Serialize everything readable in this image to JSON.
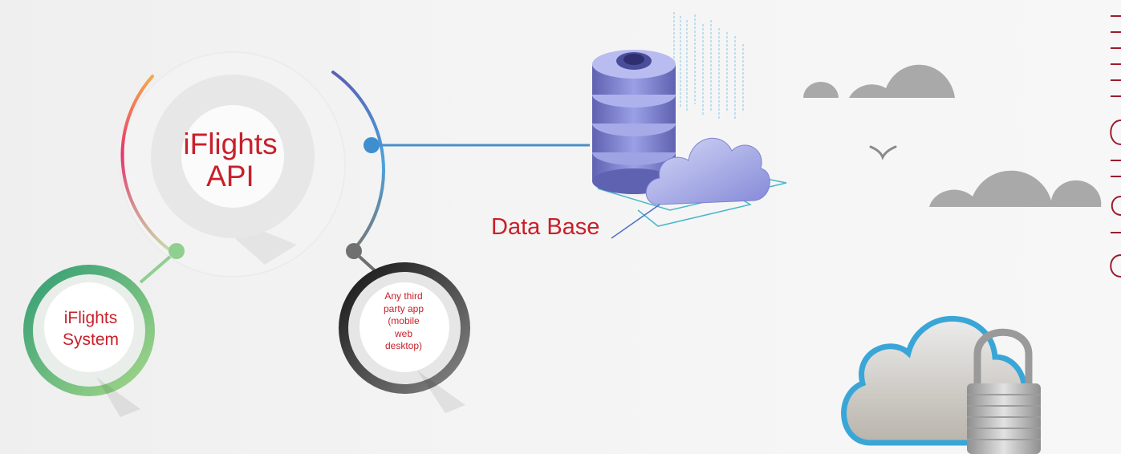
{
  "diagram": {
    "api": {
      "label": "iFlights\nAPI"
    },
    "system": {
      "label": "iFlights\nSystem"
    },
    "third_party": {
      "label": "Any third\nparty app\n(mobile\nweb\ndesktop)"
    },
    "database": {
      "label": "Data Base"
    }
  },
  "colors": {
    "label_red": "#c8202a",
    "ring_orange": "#f4a261",
    "ring_pink": "#e8336d",
    "ring_blue": "#4aa3df",
    "ring_indigo": "#5a5fb5",
    "system_green": "#4fb37e",
    "thirdparty_dark": "#3a3a3a",
    "db_purple": "#7b7fcf",
    "cloud_gray": "#a9a9a9",
    "cloud_blue_rim": "#3aa6d8",
    "side_text_red": "#9b1c2a"
  },
  "icons": {
    "database": "database-stack-icon",
    "db_cloud": "cloud-icon",
    "secure_cloud": "cloud-lock-icon",
    "decor_clouds": "cloud-silhouette-icon",
    "bird": "bird-icon"
  }
}
